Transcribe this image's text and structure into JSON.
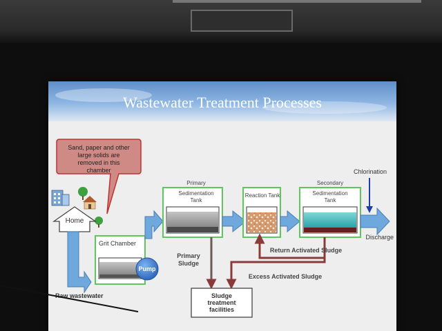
{
  "slide": {
    "title": "Wastewater Treatment Processes",
    "callout": {
      "line1": "Sand, paper and other",
      "line2": "large solids are",
      "line3": "removed in this",
      "line4": "chamber"
    },
    "home_label": "Home",
    "raw_wastewater_label": "Raw wastewater",
    "grit_chamber_label": "Grit Chamber",
    "pump_label": "Pump",
    "primary_tank": {
      "line1": "Primary",
      "line2": "Sedimentation",
      "line3": "Tank"
    },
    "reaction_tank_label": "Reaction Tank",
    "secondary_tank": {
      "line1": "Secondary",
      "line2": "Sedimentation",
      "line3": "Tank"
    },
    "chlorination_label": "Chlorination",
    "discharge_label": "Discharge",
    "primary_sludge": {
      "line1": "Primary",
      "line2": "Sludge"
    },
    "return_sludge_label": "Return Activated Sludge",
    "excess_sludge_label": "Excess Activated Sludge",
    "sludge_facilities": {
      "line1": "Sludge",
      "line2": "treatment",
      "line3": "facilities"
    }
  },
  "colors": {
    "flow_arrow_fill": "#6fa8dc",
    "tank_border": "#5cc85c",
    "sludge_arrow": "#8b3a3a",
    "chlorination_arrow": "#1f3fa8",
    "callout_fill": "#cf8a86",
    "title_text": "#ffffff",
    "pump_fill": "#3d7fd9"
  }
}
